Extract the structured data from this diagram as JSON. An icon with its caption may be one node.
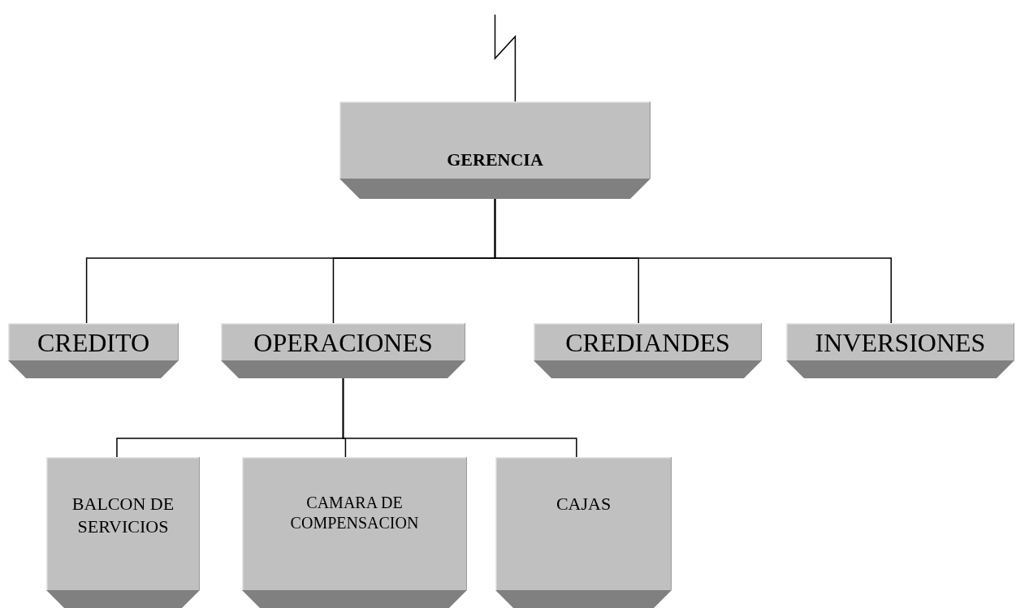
{
  "diagram": {
    "nodes": [
      {
        "text": [
          "GERENCIA"
        ]
      },
      {
        "text": [
          "CREDITO"
        ]
      },
      {
        "text": [
          "OPERACIONES"
        ]
      },
      {
        "text": [
          "CREDIANDES"
        ]
      },
      {
        "text": [
          "INVERSIONES"
        ]
      },
      {
        "text": [
          "BALCON DE SERVICIOS"
        ]
      },
      {
        "text": [
          "CAMARA DE COMPENSACION"
        ]
      },
      {
        "text": [
          "CAJAS"
        ]
      }
    ],
    "edges": [
      {
        "from": null,
        "to": 0,
        "arrow": "none"
      },
      {
        "from": 0,
        "to": 1,
        "arrow": "none"
      },
      {
        "from": 0,
        "to": 2,
        "arrow": "none"
      },
      {
        "from": 0,
        "to": 3,
        "arrow": "none"
      },
      {
        "from": 0,
        "to": 4,
        "arrow": "none"
      },
      {
        "from": 2,
        "to": 5,
        "arrow": "none"
      },
      {
        "from": 2,
        "to": 6,
        "arrow": "none"
      },
      {
        "from": 2,
        "to": 7,
        "arrow": "none"
      }
    ]
  }
}
